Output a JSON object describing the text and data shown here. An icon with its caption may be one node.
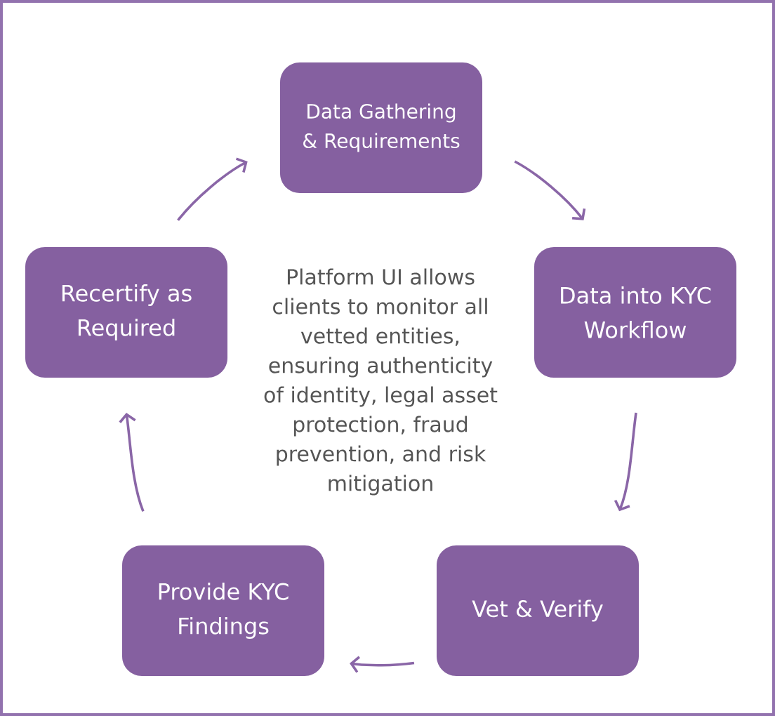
{
  "diagram": {
    "nodes": [
      {
        "text": [
          "Data Gathering & Requirements"
        ]
      },
      {
        "text": [
          "Recertify as Required"
        ]
      },
      {
        "text": [
          "Data into KYC Workflow"
        ]
      },
      {
        "text": [
          "Provide KYC Findings"
        ]
      },
      {
        "text": [
          "Vet & Verify"
        ]
      }
    ],
    "edges": [
      {
        "from": 1,
        "to": 0,
        "arrow": "to"
      },
      {
        "from": 0,
        "to": 2,
        "arrow": "to"
      },
      {
        "from": 2,
        "to": 4,
        "arrow": "to"
      },
      {
        "from": 4,
        "to": 3,
        "arrow": "to"
      },
      {
        "from": 3,
        "to": 1,
        "arrow": "to"
      }
    ],
    "labels": [
      "Platform UI allows clients to monitor all vetted entities, ensuring authenticity of identity, legal asset protection, fraud prevention, and risk mitigation"
    ]
  }
}
